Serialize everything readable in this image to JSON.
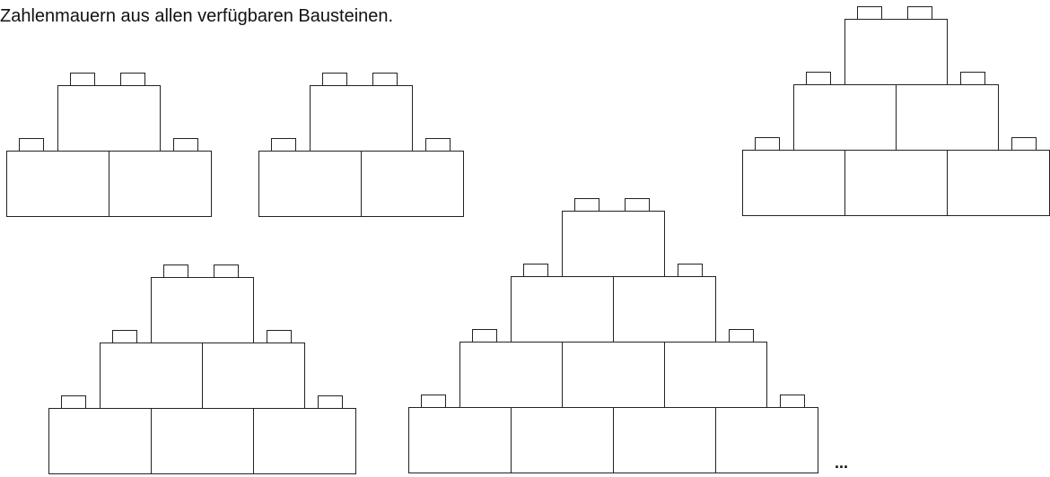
{
  "instruction": "Zahlenmauern aus allen verfügbaren Bausteinen.",
  "walls": [
    {
      "name": "wall-2-rows-a",
      "rows": 2
    },
    {
      "name": "wall-2-rows-b",
      "rows": 2
    },
    {
      "name": "wall-3-rows-a",
      "rows": 3
    },
    {
      "name": "wall-3-rows-b",
      "rows": 3
    },
    {
      "name": "wall-4-rows",
      "rows": 4
    }
  ],
  "continuation": "...",
  "colors": {
    "line": "#222222",
    "background": "#ffffff",
    "text": "#111111"
  }
}
